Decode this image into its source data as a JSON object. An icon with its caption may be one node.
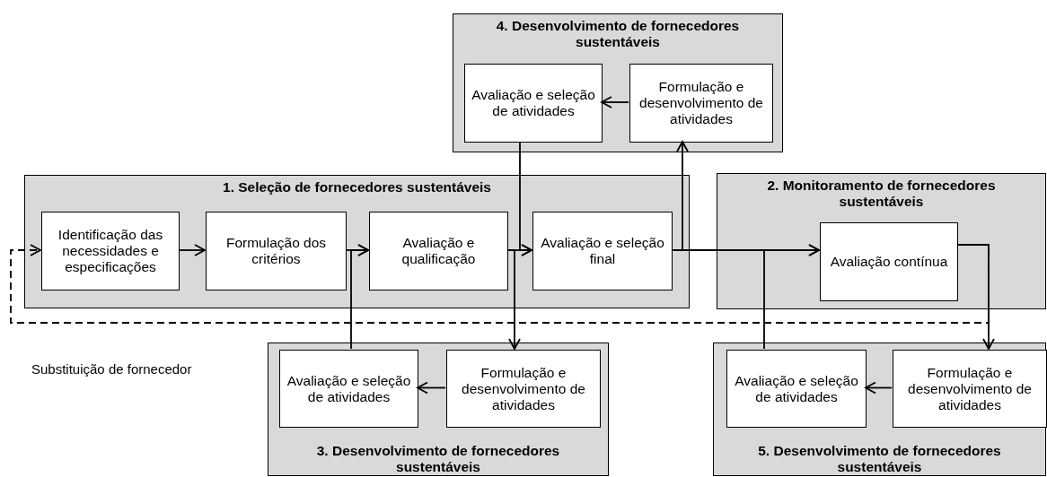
{
  "diagram": {
    "nodes": [
      {
        "text": [
          "4. Desenvolvimento de fornecedores sustentáveis"
        ]
      },
      {
        "text": [
          "Avaliação e seleção de atividades"
        ],
        "in": 0
      },
      {
        "text": [
          "Formulação e desenvolvimento de atividades"
        ],
        "in": 0
      },
      {
        "text": [
          "1. Seleção de fornecedores sustentáveis"
        ]
      },
      {
        "text": [
          "Identificação das necessidades e especificações"
        ],
        "in": 3
      },
      {
        "text": [
          "Formulação dos critérios"
        ],
        "in": 3
      },
      {
        "text": [
          "Avaliação e qualificação"
        ],
        "in": 3
      },
      {
        "text": [
          "Avaliação e seleção final"
        ],
        "in": 3
      },
      {
        "text": [
          "2. Monitoramento de fornecedores sustentáveis"
        ]
      },
      {
        "text": [
          "Avaliação contínua"
        ],
        "in": 8
      },
      {
        "text": [
          "3. Desenvolvimento de fornecedores sustentáveis"
        ]
      },
      {
        "text": [
          "Avaliação e seleção de atividades"
        ],
        "in": 10
      },
      {
        "text": [
          "Formulação e desenvolvimento de atividades"
        ],
        "in": 10
      },
      {
        "text": [
          "5. Desenvolvimento de fornecedores sustentáveis"
        ]
      },
      {
        "text": [
          "Avaliação e seleção de atividades"
        ],
        "in": 13
      },
      {
        "text": [
          "Formulação e desenvolvimento de atividades"
        ],
        "in": 13
      }
    ],
    "edges": [
      {
        "from": 4,
        "to": 5,
        "arrow": "to"
      },
      {
        "from": 5,
        "to": 6,
        "arrow": "to"
      },
      {
        "from": 6,
        "to": 7,
        "arrow": "to"
      },
      {
        "from": 7,
        "to": 9,
        "arrow": "to"
      },
      {
        "from": 7,
        "to": 2,
        "arrow": "to"
      },
      {
        "from": 2,
        "to": 1,
        "arrow": "to"
      },
      {
        "from": 1,
        "to": 7,
        "arrow": "to"
      },
      {
        "from": 6,
        "to": 12,
        "arrow": "to"
      },
      {
        "from": 12,
        "to": 11,
        "arrow": "to"
      },
      {
        "from": 11,
        "to": 6,
        "arrow": "to"
      },
      {
        "from": 9,
        "to": 15,
        "arrow": "to"
      },
      {
        "from": 15,
        "to": 14,
        "arrow": "to"
      },
      {
        "from": 14,
        "to": 9,
        "arrow": "to"
      },
      {
        "from": 9,
        "to": 4,
        "arrow": "to",
        "style": "dashed",
        "label": "Substituição de fornecedor"
      }
    ]
  }
}
